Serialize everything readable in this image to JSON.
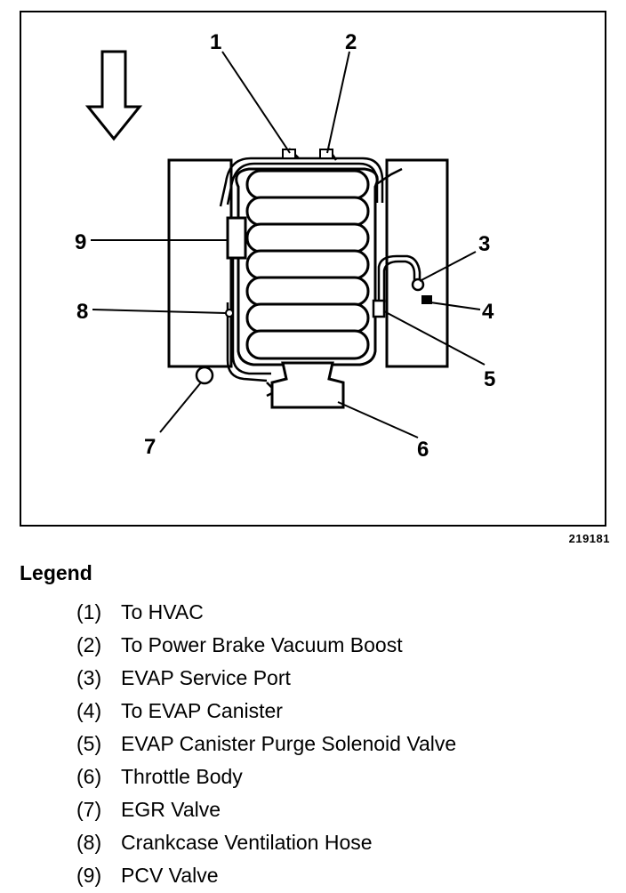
{
  "figure_number": "219181",
  "callouts": [
    "1",
    "2",
    "3",
    "4",
    "5",
    "6",
    "7",
    "8",
    "9"
  ],
  "legend": {
    "title": "Legend",
    "items": [
      {
        "num": "(1)",
        "text": "To HVAC"
      },
      {
        "num": "(2)",
        "text": "To Power Brake Vacuum Boost"
      },
      {
        "num": "(3)",
        "text": "EVAP Service Port"
      },
      {
        "num": "(4)",
        "text": "To EVAP Canister"
      },
      {
        "num": "(5)",
        "text": "EVAP Canister Purge Solenoid Valve"
      },
      {
        "num": "(6)",
        "text": "Throttle Body"
      },
      {
        "num": "(7)",
        "text": "EGR Valve"
      },
      {
        "num": "(8)",
        "text": "Crankcase Ventilation Hose"
      },
      {
        "num": "(9)",
        "text": "PCV Valve"
      }
    ]
  }
}
